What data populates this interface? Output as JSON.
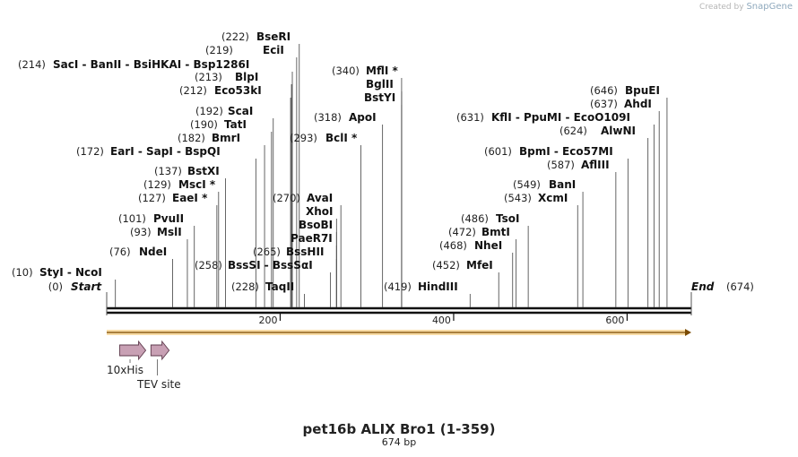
{
  "credit": {
    "prefix": "Created by",
    "brand": "SnapGene"
  },
  "map": {
    "title": "pet16b ALIX Bro1 (1-359)",
    "length_label": "674 bp",
    "length": 674,
    "start_label": "Start",
    "start_pos": "(0)",
    "end_label": "End",
    "end_pos": "(674)",
    "ticks": [
      200,
      400,
      600
    ]
  },
  "sites": [
    {
      "pos": 10,
      "label": "(10)",
      "names": "StyI  -  NcoI",
      "star": ""
    },
    {
      "pos": 76,
      "label": "(76)",
      "names": "NdeI",
      "star": ""
    },
    {
      "pos": 93,
      "label": "(93)",
      "names": "MslI",
      "star": ""
    },
    {
      "pos": 101,
      "label": "(101)",
      "names": "PvuII",
      "star": ""
    },
    {
      "pos": 127,
      "label": "(127)",
      "names": "EaeI",
      "star": "*"
    },
    {
      "pos": 129,
      "label": "(129)",
      "names": "MscI",
      "star": "*"
    },
    {
      "pos": 137,
      "label": "(137)",
      "names": "BstXI",
      "star": ""
    },
    {
      "pos": 172,
      "label": "(172)",
      "names": "EarI  -  SapI  -  BspQI",
      "star": ""
    },
    {
      "pos": 182,
      "label": "(182)",
      "names": "BmrI",
      "star": ""
    },
    {
      "pos": 190,
      "label": "(190)",
      "names": "TatI",
      "star": ""
    },
    {
      "pos": 192,
      "label": "(192)",
      "names": "ScaI",
      "star": ""
    },
    {
      "pos": 212,
      "label": "(212)",
      "names": "Eco53kI",
      "star": ""
    },
    {
      "pos": 213,
      "label": "(213)",
      "names": "BlpI",
      "star": ""
    },
    {
      "pos": 214,
      "label": "(214)",
      "names": "SacI  -  BanII  -  BsiHKAI  -  Bsp1286I",
      "star": ""
    },
    {
      "pos": 219,
      "label": "(219)",
      "names": "EciI",
      "star": ""
    },
    {
      "pos": 222,
      "label": "(222)",
      "names": "BseRI",
      "star": ""
    },
    {
      "pos": 228,
      "label": "(228)",
      "names": "TaqII",
      "star": ""
    },
    {
      "pos": 258,
      "label": "(258)",
      "names": "BssSI  -  BssSαI",
      "star": ""
    },
    {
      "pos": 265,
      "label": "(265)",
      "names": "BssHII",
      "star": ""
    },
    {
      "pos": 265,
      "label": "",
      "names": "PaeR7I",
      "star": ""
    },
    {
      "pos": 265,
      "label": "",
      "names": "BsoBI",
      "star": ""
    },
    {
      "pos": 265,
      "label": "",
      "names": "XhoI",
      "star": ""
    },
    {
      "pos": 270,
      "label": "(270)",
      "names": "AvaI",
      "star": ""
    },
    {
      "pos": 293,
      "label": "(293)",
      "names": "BclI",
      "star": "*"
    },
    {
      "pos": 318,
      "label": "(318)",
      "names": "ApoI",
      "star": ""
    },
    {
      "pos": 340,
      "label": "",
      "names": "BstYI",
      "star": ""
    },
    {
      "pos": 340,
      "label": "",
      "names": "BglII",
      "star": ""
    },
    {
      "pos": 340,
      "label": "(340)",
      "names": "MflI",
      "star": "*"
    },
    {
      "pos": 419,
      "label": "(419)",
      "names": "HindIII",
      "star": ""
    },
    {
      "pos": 452,
      "label": "(452)",
      "names": "MfeI",
      "star": ""
    },
    {
      "pos": 468,
      "label": "(468)",
      "names": "NheI",
      "star": ""
    },
    {
      "pos": 472,
      "label": "(472)",
      "names": "BmtI",
      "star": ""
    },
    {
      "pos": 486,
      "label": "(486)",
      "names": "TsoI",
      "star": ""
    },
    {
      "pos": 543,
      "label": "(543)",
      "names": "XcmI",
      "star": ""
    },
    {
      "pos": 549,
      "label": "(549)",
      "names": "BanI",
      "star": ""
    },
    {
      "pos": 587,
      "label": "(587)",
      "names": "AflIII",
      "star": ""
    },
    {
      "pos": 601,
      "label": "(601)",
      "names": "BpmI  -  Eco57MI",
      "star": ""
    },
    {
      "pos": 624,
      "label": "(624)",
      "names": "AlwNI",
      "star": ""
    },
    {
      "pos": 631,
      "label": "(631)",
      "names": "KflI  -  PpuMI  -  EcoO109I",
      "star": ""
    },
    {
      "pos": 637,
      "label": "(637)",
      "names": "AhdI",
      "star": ""
    },
    {
      "pos": 646,
      "label": "(646)",
      "names": "BpuEI",
      "star": ""
    }
  ],
  "features": [
    {
      "name": "10xHis",
      "start": 15,
      "end": 45,
      "color": "#c8a0b4"
    },
    {
      "name": "TEV site",
      "start": 51,
      "end": 72,
      "color": "#c8a0b4"
    }
  ],
  "orf": {
    "start": 0,
    "end": 674,
    "color": "#f0b13a"
  }
}
